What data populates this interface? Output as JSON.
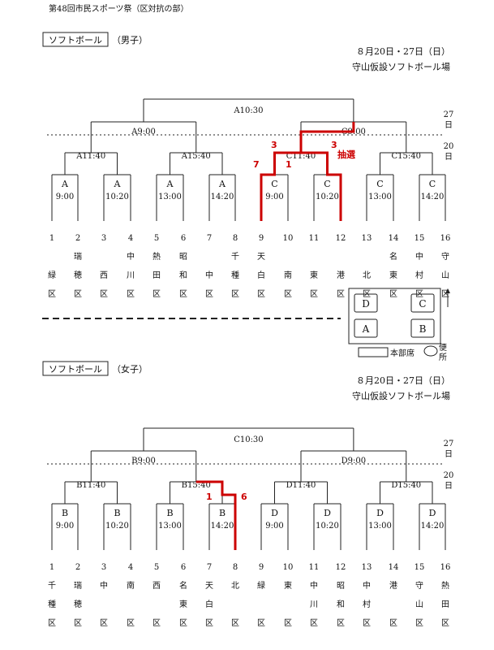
{
  "doc_title": "第48回市民スポーツ祭（区対抗の部）",
  "colors": {
    "line": "#222222",
    "highlight": "#cc0000"
  },
  "men": {
    "heading": "ソフトボール",
    "gender": "（男子）",
    "dates": "８月20日・27日（日）",
    "venue": "守山仮設ソフトボール場",
    "day27_label": "27\n日",
    "day20_label": "20\n日",
    "final": "A10:30",
    "semis": [
      "A9:00",
      "C9:00"
    ],
    "quarters": [
      "A11:40",
      "A15:40",
      "C11:40",
      "C15:40"
    ],
    "first_round": [
      {
        "court": "A",
        "time": "9:00"
      },
      {
        "court": "A",
        "time": "10:20"
      },
      {
        "court": "A",
        "time": "13:00"
      },
      {
        "court": "A",
        "time": "14:20"
      },
      {
        "court": "C",
        "time": "9:00"
      },
      {
        "court": "C",
        "time": "10:20"
      },
      {
        "court": "C",
        "time": "13:00"
      },
      {
        "court": "C",
        "time": "14:20"
      }
    ],
    "teams": [
      {
        "num": "1",
        "chars": [
          "",
          "緑",
          "区"
        ]
      },
      {
        "num": "2",
        "chars": [
          "瑞",
          "穂",
          "区"
        ]
      },
      {
        "num": "3",
        "chars": [
          "",
          "西",
          "区"
        ]
      },
      {
        "num": "4",
        "chars": [
          "中",
          "川",
          "区"
        ]
      },
      {
        "num": "5",
        "chars": [
          "熱",
          "田",
          "区"
        ]
      },
      {
        "num": "6",
        "chars": [
          "昭",
          "和",
          "区"
        ]
      },
      {
        "num": "7",
        "chars": [
          "",
          "中",
          "区"
        ]
      },
      {
        "num": "8",
        "chars": [
          "千",
          "種",
          "区"
        ]
      },
      {
        "num": "9",
        "chars": [
          "天",
          "白",
          "区"
        ]
      },
      {
        "num": "10",
        "chars": [
          "",
          "南",
          "区"
        ]
      },
      {
        "num": "11",
        "chars": [
          "",
          "東",
          "区"
        ]
      },
      {
        "num": "12",
        "chars": [
          "",
          "港",
          "区"
        ]
      },
      {
        "num": "13",
        "chars": [
          "",
          "北",
          "区"
        ]
      },
      {
        "num": "14",
        "chars": [
          "名",
          "東",
          "区"
        ]
      },
      {
        "num": "15",
        "chars": [
          "中",
          "村",
          "区"
        ]
      },
      {
        "num": "16",
        "chars": [
          "守",
          "山",
          "区"
        ]
      }
    ],
    "scores": {
      "left": "7",
      "mid_left": "1",
      "top_left": "3",
      "top_right": "3",
      "lottery": "抽選"
    }
  },
  "field_map": {
    "courts": [
      "D",
      "C",
      "A",
      "B"
    ],
    "hq": "本部席",
    "toilet": "便所"
  },
  "women": {
    "heading": "ソフトボール",
    "gender": "（女子）",
    "dates": "８月20日・27日（日）",
    "venue": "守山仮設ソフトボール場",
    "day27_label": "27\n日",
    "day20_label": "20\n日",
    "final": "C10:30",
    "semis": [
      "B9:00",
      "D9:00"
    ],
    "quarters": [
      "B11:40",
      "B15:40",
      "D11:40",
      "D15:40"
    ],
    "first_round": [
      {
        "court": "B",
        "time": "9:00"
      },
      {
        "court": "B",
        "time": "10:20"
      },
      {
        "court": "B",
        "time": "13:00"
      },
      {
        "court": "B",
        "time": "14:20"
      },
      {
        "court": "D",
        "time": "9:00"
      },
      {
        "court": "D",
        "time": "10:20"
      },
      {
        "court": "D",
        "time": "13:00"
      },
      {
        "court": "D",
        "time": "14:20"
      }
    ],
    "teams": [
      {
        "num": "1",
        "chars": [
          "千",
          "種",
          "区"
        ]
      },
      {
        "num": "2",
        "chars": [
          "瑞",
          "穂",
          "区"
        ]
      },
      {
        "num": "3",
        "chars": [
          "中",
          "",
          "区"
        ]
      },
      {
        "num": "4",
        "chars": [
          "南",
          "",
          "区"
        ]
      },
      {
        "num": "5",
        "chars": [
          "西",
          "",
          "区"
        ]
      },
      {
        "num": "6",
        "chars": [
          "名",
          "東",
          "区"
        ]
      },
      {
        "num": "7",
        "chars": [
          "天",
          "白",
          "区"
        ]
      },
      {
        "num": "8",
        "chars": [
          "北",
          "",
          "区"
        ]
      },
      {
        "num": "9",
        "chars": [
          "緑",
          "",
          "区"
        ]
      },
      {
        "num": "10",
        "chars": [
          "東",
          "",
          "区"
        ]
      },
      {
        "num": "11",
        "chars": [
          "中",
          "川",
          "区"
        ]
      },
      {
        "num": "12",
        "chars": [
          "昭",
          "和",
          "区"
        ]
      },
      {
        "num": "13",
        "chars": [
          "中",
          "村",
          "区"
        ]
      },
      {
        "num": "14",
        "chars": [
          "港",
          "",
          "区"
        ]
      },
      {
        "num": "15",
        "chars": [
          "守",
          "山",
          "区"
        ]
      },
      {
        "num": "16",
        "chars": [
          "熱",
          "田",
          "区"
        ]
      }
    ],
    "scores": {
      "left": "1",
      "right": "6"
    }
  }
}
